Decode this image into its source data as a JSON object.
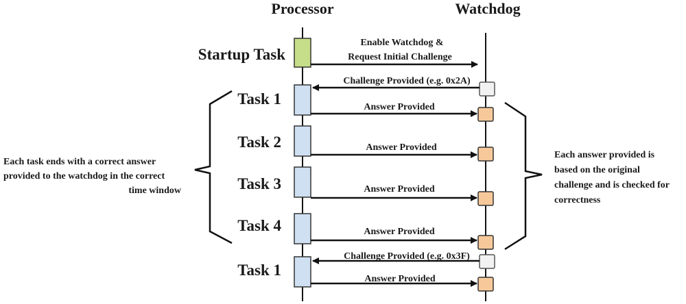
{
  "headers": {
    "processor": "Processor",
    "watchdog": "Watchdog"
  },
  "tasks": {
    "startup": "Startup Task",
    "t1": "Task 1",
    "t2": "Task 2",
    "t3": "Task 3",
    "t4": "Task 4",
    "t1b": "Task 1"
  },
  "messages": {
    "enable_line1": "Enable Watchdog &",
    "enable_line2": "Request Initial Challenge",
    "challenge1": "Challenge Provided (e.g. 0x2A)",
    "answer1": "Answer Provided",
    "answer2": "Answer Provided",
    "answer3": "Answer Provided",
    "answer4": "Answer Provided",
    "challenge2": "Challenge Provided (e.g. 0x3F)",
    "answer5": "Answer Provided"
  },
  "notes": {
    "left": [
      "Each task ends with a correct answer",
      "provided to the watchdog in the correct",
      "time window"
    ],
    "right": [
      "Each answer  provided is",
      "based on the original",
      "challenge and is checked for",
      "correctness"
    ]
  },
  "colors": {
    "startup_fill": "#c6de8a",
    "task_fill": "#cfe0f2",
    "answer_fill": "#f7c99a",
    "challenge_fill": "#f2f2f2",
    "line": "#111111"
  }
}
